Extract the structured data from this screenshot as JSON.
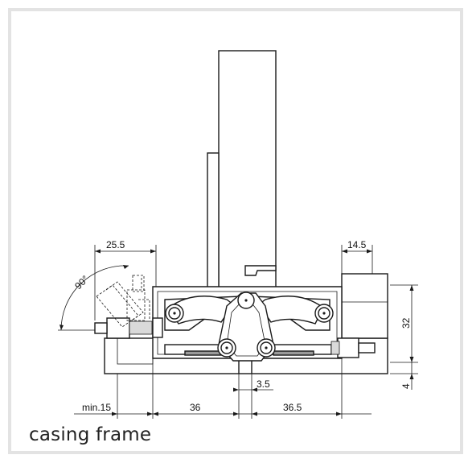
{
  "caption": "casing frame",
  "dimensions": {
    "top_left": "25.5",
    "angle": "90°",
    "top_right": "14.5",
    "right_height": "32",
    "right_small": "4",
    "gap": "3.5",
    "bottom_min": "min.15",
    "bottom_mid": "36",
    "bottom_right": "36.5"
  },
  "colors": {
    "frame_border": "#e3e3e3",
    "line": "#1a1a1a",
    "caption": "#222222"
  }
}
